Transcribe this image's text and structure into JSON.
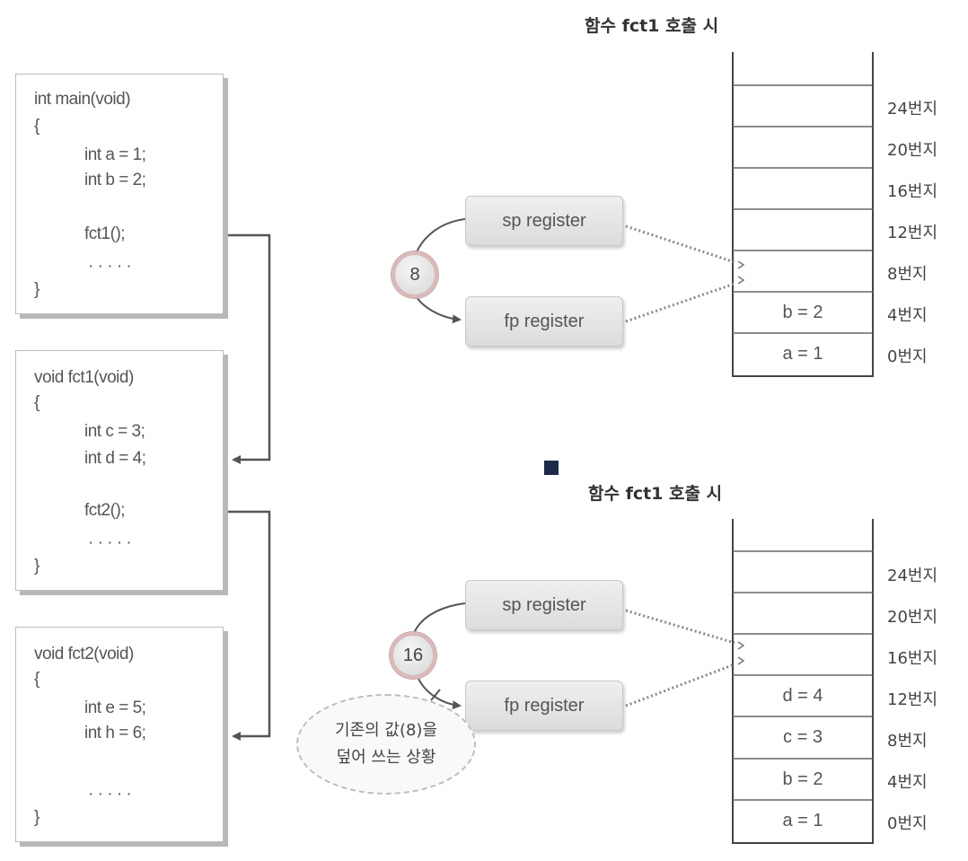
{
  "code_blocks": [
    {
      "id": "main",
      "lines": [
        "int main(void)",
        "{",
        "int a = 1;",
        "int b = 2;",
        "fct1();",
        "· · · · ·",
        "}"
      ]
    },
    {
      "id": "fct1",
      "lines": [
        "void fct1(void)",
        "{",
        "int c = 3;",
        "int d = 4;",
        "fct2();",
        "· · · · ·",
        "}"
      ]
    },
    {
      "id": "fct2",
      "lines": [
        "void fct2(void)",
        "{",
        "int e = 5;",
        "int h = 6;",
        "· · · · ·",
        "}"
      ]
    }
  ],
  "diagrams": [
    {
      "title": "함수 fct1 호출 시",
      "sp_label": "sp register",
      "fp_label": "fp register",
      "register_value": "8",
      "cells": [
        "",
        "",
        "",
        "",
        "",
        "b = 2",
        "a = 1"
      ],
      "addresses": [
        "24번지",
        "20번지",
        "16번지",
        "12번지",
        "8번지",
        "4번지",
        "0번지"
      ]
    },
    {
      "title": "함수 fct1 호출 시",
      "sp_label": "sp register",
      "fp_label": "fp register",
      "register_value": "16",
      "cells": [
        "",
        "",
        "",
        "d = 4",
        "c = 3",
        "b = 2",
        "a = 1"
      ],
      "addresses": [
        "24번지",
        "20번지",
        "16번지",
        "12번지",
        "8번지",
        "4번지",
        "0번지"
      ],
      "note_lines": [
        "기존의 값(8)을",
        "덮어 쓰는 상황"
      ]
    }
  ],
  "colors": {
    "marker": "#1b2a48",
    "badge_ring": "#d9b9b9",
    "dotted_line": "#888888"
  }
}
